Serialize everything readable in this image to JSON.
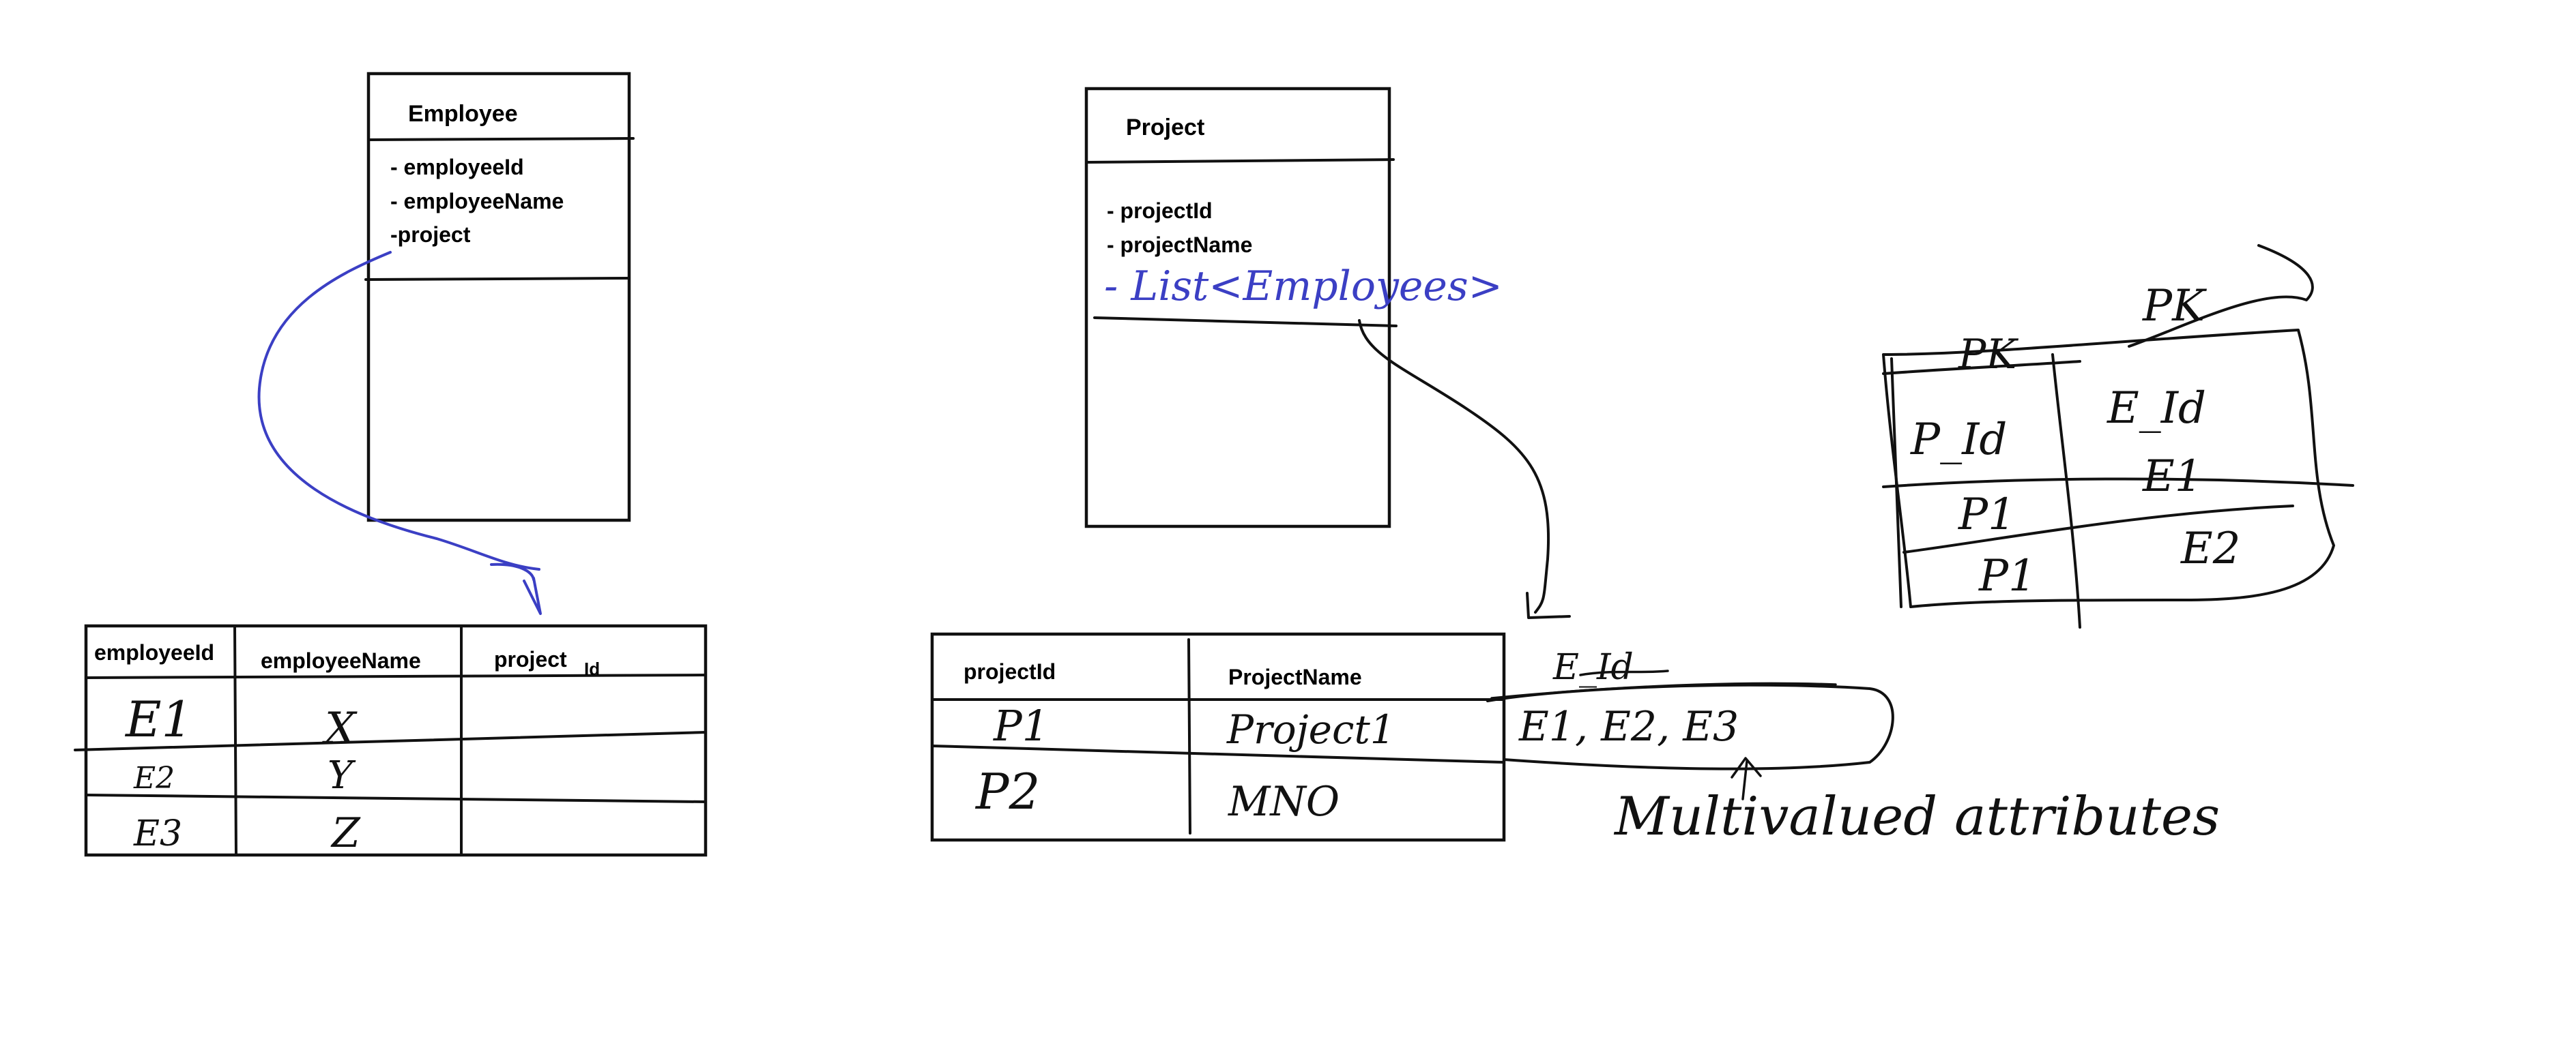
{
  "employee_class": {
    "title": "Employee",
    "attributes": [
      "- employeeId",
      "- employeeName",
      "-project"
    ]
  },
  "project_class": {
    "title": "Project",
    "attributes": [
      "- projectId",
      "- projectName"
    ],
    "handwritten_attribute": "- List<Employees>"
  },
  "employee_table": {
    "headers": [
      "employeeId",
      "employeeName",
      "project"
    ],
    "header_suffix": "Id",
    "rows": [
      [
        "E1",
        "X",
        ""
      ],
      [
        "E2",
        "Y",
        ""
      ],
      [
        "E3",
        "Z",
        ""
      ]
    ]
  },
  "project_table": {
    "headers": [
      "projectId",
      "ProjectName"
    ],
    "rows": [
      [
        "P1",
        "Project1"
      ],
      [
        "P2",
        "MNO"
      ]
    ]
  },
  "annotations": {
    "e_id_label": "E_Id",
    "multivalued_values": "E1, E2, E3",
    "multivalued_label": "Multivalued attributes"
  },
  "junction_table": {
    "headers": [
      "PK",
      "PK"
    ],
    "rows": [
      [
        "P_Id",
        "E_Id"
      ],
      [
        "P1",
        "E1"
      ],
      [
        "P1",
        "E2"
      ]
    ]
  },
  "colors": {
    "ink": "#111111",
    "pen_blue": "#3b3fc4",
    "background": "#ffffff"
  }
}
